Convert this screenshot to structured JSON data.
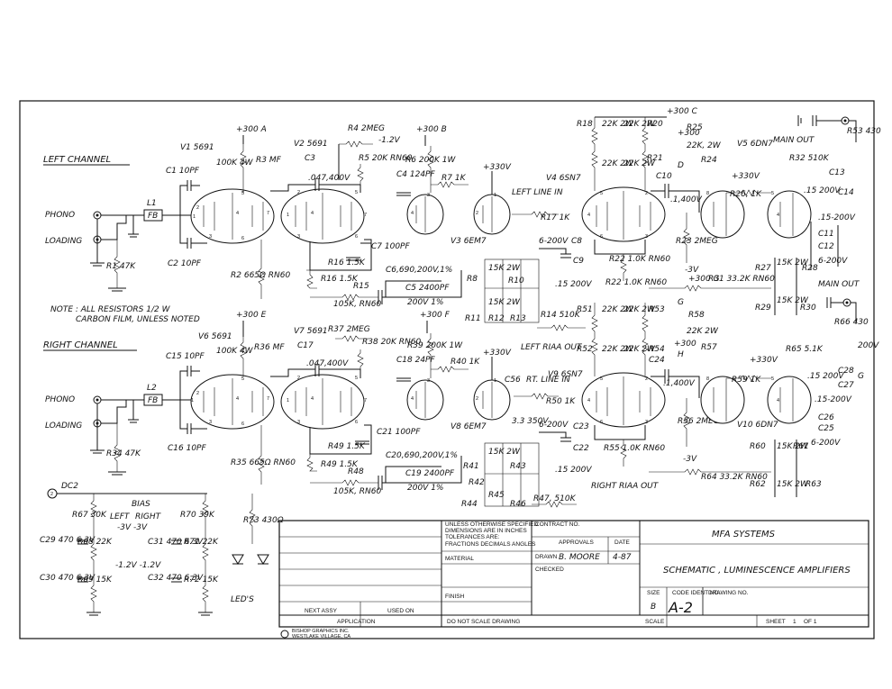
{
  "sheet": {
    "border_color": "#111111",
    "background": "#ffffff"
  },
  "headings": {
    "left_channel": "LEFT CHANNEL",
    "right_channel": "RIGHT CHANNEL",
    "note": "NOTE : ALL RESISTORS 1/2 W",
    "note2": "CARBON FILM, UNLESS NOTED",
    "bias": "BIAS",
    "bias_left": "LEFT",
    "bias_right": "RIGHT",
    "leds": "LED'S",
    "dc2": "DC2",
    "dc2_marker": "2"
  },
  "left": {
    "phono": "PHONO",
    "loading": "LOADING",
    "c1": "C1 10PF",
    "c2": "C2 10PF",
    "l1": "L1",
    "fb": "FB",
    "r1": "R1 47K",
    "v1": "V1 5691",
    "v2": "V2 5691",
    "v3": "V3 6EM7",
    "v4": "V4 6SN7",
    "v5": "V5 6DN7",
    "b300a": "+300 A",
    "b300b": "+300 B",
    "b300c": "+300 C",
    "b300d": "+300",
    "d": "D",
    "b300e": "+300 E",
    "b300f": "+300 F",
    "b300g": "+300 G",
    "g": "G",
    "b330": "+330V",
    "b330v5": "+330V",
    "r3": "100K 4W",
    "r3b": "R3 MF",
    "r2": "R2 665Ω RN60",
    "c3": "C3",
    "c3v": ".047,400V",
    "r4": "R4 2MEG",
    "m12": "-1.2V",
    "r5": "R5 20K RN60",
    "c4": "C4 124PF",
    "r6": "R6 200K 1W",
    "r7": "R7 1K",
    "c7": "C7 100PF",
    "r16": "R16 1.5K",
    "c6": "C6,690,200V,1%",
    "r15": "R15",
    "c5": "C5 2400PF",
    "r15v": "105K, RN60",
    "c5v": "200V 1%",
    "line_in": "LEFT LINE IN",
    "r17": "R17 1K",
    "r18": "R18",
    "r19": "22K 2W",
    "r20": "R20",
    "r21": "R21",
    "r22": "R22 1.0K RN60",
    "c8": "C8",
    "c8v": "6-200V",
    "c9": "C9",
    "c9v": ".15 200V",
    "r8": "R8",
    "r9": "15K 2W",
    "r10": "R10",
    "r11": "R11",
    "r12": "R12",
    "r13": "R13",
    "r14": "R14 510K",
    "c10": "C10",
    "c10v": ".1,400V",
    "r23": "R23 2MEG",
    "r24": "R24",
    "r25": "R25",
    "r25v": "22K, 2W",
    "r26": "R26, 1K",
    "m3v": "-3V",
    "r31": "R31 33.2K RN60",
    "r53": "R53 430",
    "main_out": "MAIN OUT",
    "r32": "R32 510K",
    "c13": "C13",
    "c14": "C14",
    "c13v": ".15 200V",
    "c11": "C11",
    "c12": "C12",
    "c11v": ".15-200V",
    "c12v": "6-200V",
    "r27": "R27",
    "r28": "R28",
    "r29": "R29",
    "r30": "R30",
    "r27v": "15K 2W"
  },
  "right": {
    "phono": "PHONO",
    "loading": "LOADING",
    "c15": "C15 10PF",
    "c16": "C16 10PF",
    "l2": "L2",
    "fb": "FB",
    "r34": "R34 47K",
    "v6": "V6 5691",
    "v7": "V7 5691",
    "v8": "V8 6EM7",
    "v9": "V9 6SN7",
    "v10": "V10 6DN7",
    "r36": "100K 4W",
    "r36b": "R36 MF",
    "r35": "R35 665Ω RN60",
    "c17": "C17",
    "c17v": ".047,400V",
    "r37": "R37 2MEG",
    "r38": "R38 20K RN60",
    "c18": "C18 24PF",
    "r39": "R39 200K 1W",
    "r40": "R40 1K",
    "c21": "C21 100PF",
    "r49": "R49 1.5K",
    "c20": "C20,690,200V,1%",
    "c19": "C19 2400PF",
    "r48": "R48",
    "r48v": "105K, RN60",
    "c19v": "200V 1%",
    "line_in": "RT. LINE IN",
    "r50": "R50 1K",
    "left_riaa_out": "LEFT RIAA OUT",
    "right_riaa_out": "RIGHT RIAA OUT",
    "c56": "C56",
    "c56v": "3.3 350V",
    "c23": "C23",
    "c22": "C22",
    "c23v": "6-200V",
    "c22v": ".15 200V",
    "r51": "R51",
    "r52": "R52",
    "r53b": "R53",
    "r54": "R54",
    "r51v": "22K 2W",
    "r55": "R55 1.0K RN60",
    "r41": "R41",
    "r42": "R42",
    "r43": "R43",
    "r44": "R44",
    "r45": "R45",
    "r46": "R46",
    "r41v": "15K 2W",
    "r47": "R47, 510K",
    "c24": "C24",
    "c24v": ".1,400V",
    "r56": "R56 2MEG",
    "r58": "R58",
    "r57": "R57",
    "r58v": "22K 2W",
    "r59": "R59 1K",
    "b300h": "+300",
    "h": "H",
    "r64": "R64 33.2K RN60",
    "m3v": "-3V",
    "main_out": "MAIN OUT",
    "r66": "R66 430",
    "r65": "R65 5.1K",
    "c28": "C28",
    "c27": "C27",
    "c28v": ".15 200V",
    "c25": "C25",
    "c26": "C26",
    "c25v": ".15-200V",
    "c26v": "6-200V",
    "r60": "R60",
    "r61": "R61",
    "r62": "R62",
    "r63": "R63",
    "r60v": "15K 2W",
    "v200": "200V",
    "gnd": "G"
  },
  "bias": {
    "r67": "R67 30K",
    "r70": "R70 39K",
    "r68": "R68 22K",
    "r71": "R71 22K",
    "r69": "R69 15K",
    "r72": "R72 15K",
    "c29": "C29 470 6.3V",
    "c30": "C30 470 6.3V",
    "c31": "C31 470 6.3V",
    "c32": "C32 470 6.3V",
    "m3": "-3V -3V",
    "m12": "-1.2V -1.2V",
    "r73": "R73 430Ω"
  },
  "title_block": {
    "unless": "UNLESS OTHERWISE SPECIFIED",
    "dims": "DIMENSIONS ARE IN INCHES",
    "tol": "TOLERANCES ARE:",
    "fractions": "FRACTIONS  DECIMALS  ANGLES",
    "material": "MATERIAL",
    "finish": "FINISH",
    "contract": "CONTRACT NO.",
    "approvals": "APPROVALS",
    "date": "DATE",
    "drawn": "DRAWN",
    "drawn_by": "B. MOORE",
    "drawn_date": "4-87",
    "checked": "CHECKED",
    "company": "MFA SYSTEMS",
    "title": "SCHEMATIC , LUMINESCENCE AMPLIFIERS",
    "size": "SIZE",
    "size_val": "B",
    "fscm": "CODE IDENT NO.",
    "dwg_no": "DRAWING NO.",
    "dwg_val": "A-2",
    "scale": "SCALE",
    "sheet": "SHEET",
    "sheet_val": "1",
    "of": "OF 1",
    "next_assy": "NEXT ASSY",
    "used_on": "USED ON",
    "application": "APPLICATION",
    "do_not_scale": "DO NOT SCALE DRAWING",
    "printer": "BISHOP GRAPHICS INC.",
    "printer2": "WESTLAKE VILLAGE, CA"
  }
}
